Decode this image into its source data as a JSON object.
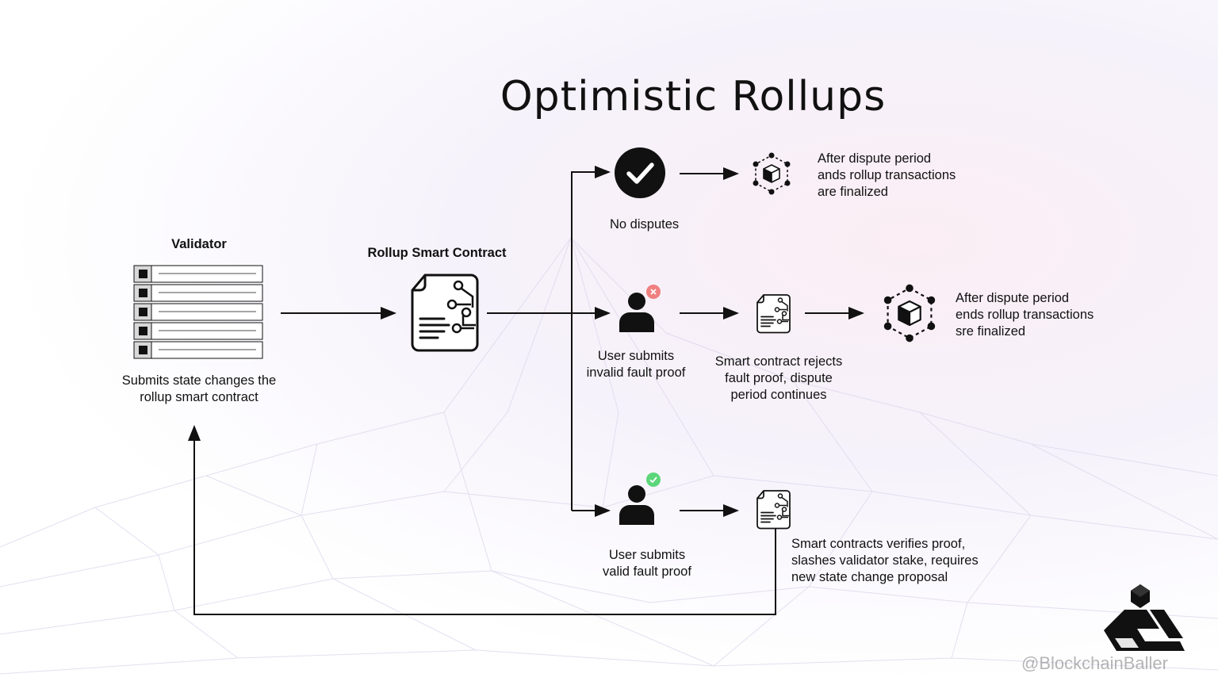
{
  "title": "Optimistic Rollups",
  "validator": {
    "heading": "Validator",
    "caption_line1": "Submits state changes the",
    "caption_line2": "rollup smart contract"
  },
  "contract": {
    "heading": "Rollup Smart Contract"
  },
  "branches": {
    "no_disputes": {
      "label": "No disputes",
      "result_line1": "After dispute period",
      "result_line2": "ands rollup transactions",
      "result_line3": "are finalized"
    },
    "invalid": {
      "label_line1": "User submits",
      "label_line2": "invalid fault proof",
      "reject_line1": "Smart contract rejects",
      "reject_line2": "fault proof, dispute",
      "reject_line3": "period continues",
      "result_line1": "After dispute period",
      "result_line2": "ends rollup transactions",
      "result_line3": "sre finalized"
    },
    "valid": {
      "label_line1": "User submits",
      "label_line2": "valid fault proof",
      "verify_line1": "Smart contracts verifies proof,",
      "verify_line2": "slashes validator stake, requires",
      "verify_line3": "new state change proposal"
    }
  },
  "watermark": "@BlockchainBaller",
  "colors": {
    "ink": "#111111",
    "reject_badge": "#f08080",
    "accept_badge": "#5cd67a"
  },
  "icons": [
    "check-circle-icon",
    "blockchain-network-icon",
    "user-icon",
    "smart-contract-document-icon",
    "server-stack-icon",
    "brand-logo-icon"
  ]
}
